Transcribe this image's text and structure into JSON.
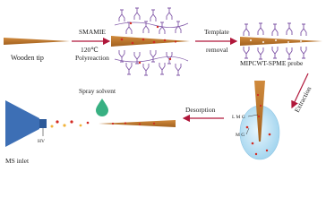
{
  "labels": {
    "wooden_tip": "Wooden tip",
    "smamie": "SMAMIE",
    "temperature": "120℃",
    "polyreaction": "Polyreaction",
    "template": "Template",
    "removal": "removal",
    "probe": "MIPCWT-SPME probe",
    "extraction": "Extraction",
    "lmg": "L M G",
    "mg": "M G",
    "desorption": "Desorption",
    "spray_solvent": "Spray  solvent",
    "hv": "HV",
    "ms_inlet": "MS inlet"
  },
  "colors": {
    "tip": "#b8742c",
    "tip_dark": "#9a5a1a",
    "polymer": "#7a4fa3",
    "red_dot": "#d22a22",
    "arrow": "#b0173a",
    "vial": "#bfe4f6",
    "ms_inlet": "#3d6fb5",
    "droplet": "#38b082"
  }
}
